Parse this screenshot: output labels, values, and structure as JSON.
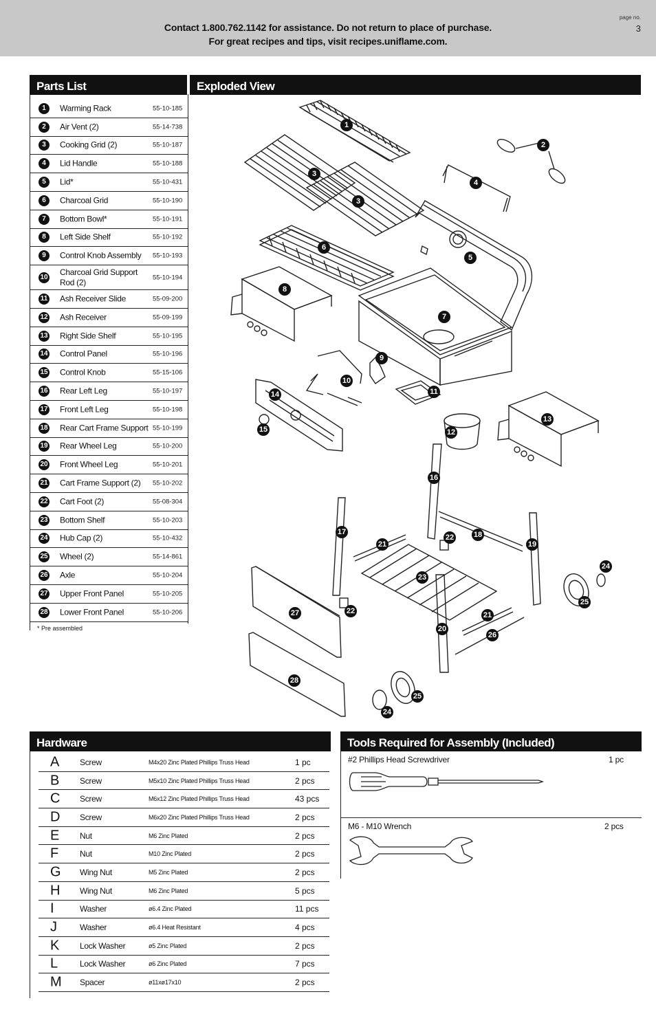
{
  "header": {
    "line1": "Contact 1.800.762.1142 for assistance. Do not return to place of purchase.",
    "line2": "For great recipes and tips, visit recipes.uniflame.com.",
    "page_label": "page no.",
    "page_number": "3"
  },
  "sections": {
    "parts": "Parts List",
    "exploded": "Exploded View",
    "hardware": "Hardware",
    "tools": "Tools Required for Assembly (Included)"
  },
  "parts": [
    {
      "num": "1",
      "name": "Warming Rack",
      "code": "55-10-185"
    },
    {
      "num": "2",
      "name": "Air Vent (2)",
      "code": "55-14-738"
    },
    {
      "num": "3",
      "name": "Cooking Grid (2)",
      "code": "55-10-187"
    },
    {
      "num": "4",
      "name": "Lid Handle",
      "code": "55-10-188"
    },
    {
      "num": "5",
      "name": "Lid*",
      "code": "55-10-431"
    },
    {
      "num": "6",
      "name": "Charcoal Grid",
      "code": "55-10-190"
    },
    {
      "num": "7",
      "name": "Bottom Bowl*",
      "code": "55-10-191"
    },
    {
      "num": "8",
      "name": "Left Side Shelf",
      "code": "55-10-192"
    },
    {
      "num": "9",
      "name": "Control Knob Assembly",
      "code": "55-10-193"
    },
    {
      "num": "10",
      "name": "Charcoal Grid Support Rod (2)",
      "code": "55-10-194"
    },
    {
      "num": "11",
      "name": "Ash Receiver Slide",
      "code": "55-09-200"
    },
    {
      "num": "12",
      "name": "Ash Receiver",
      "code": "55-09-199"
    },
    {
      "num": "13",
      "name": "Right Side Shelf",
      "code": "55-10-195"
    },
    {
      "num": "14",
      "name": "Control Panel",
      "code": "55-10-196"
    },
    {
      "num": "15",
      "name": "Control Knob",
      "code": "55-15-106"
    },
    {
      "num": "16",
      "name": "Rear Left Leg",
      "code": "55-10-197"
    },
    {
      "num": "17",
      "name": "Front Left Leg",
      "code": "55-10-198"
    },
    {
      "num": "18",
      "name": "Rear Cart Frame Support",
      "code": "55-10-199"
    },
    {
      "num": "19",
      "name": "Rear Wheel Leg",
      "code": "55-10-200"
    },
    {
      "num": "20",
      "name": "Front Wheel Leg",
      "code": "55-10-201"
    },
    {
      "num": "21",
      "name": "Cart Frame Support (2)",
      "code": "55-10-202"
    },
    {
      "num": "22",
      "name": "Cart Foot (2)",
      "code": "55-08-304"
    },
    {
      "num": "23",
      "name": "Bottom Shelf",
      "code": "55-10-203"
    },
    {
      "num": "24",
      "name": "Hub Cap (2)",
      "code": "55-10-432"
    },
    {
      "num": "25",
      "name": "Wheel (2)",
      "code": "55-14-861"
    },
    {
      "num": "26",
      "name": "Axle",
      "code": "55-10-204"
    },
    {
      "num": "27",
      "name": "Upper Front Panel",
      "code": "55-10-205"
    },
    {
      "num": "28",
      "name": "Lower Front Panel",
      "code": "55-10-206"
    }
  ],
  "footnote": "* Pre assembled",
  "hardware": [
    {
      "letter": "A",
      "type": "Screw",
      "desc": "M4x20 Zinc Plated Phillips Truss Head",
      "qty": "1 pc"
    },
    {
      "letter": "B",
      "type": "Screw",
      "desc": "M5x10 Zinc Plated Phillips Truss Head",
      "qty": "2 pcs"
    },
    {
      "letter": "C",
      "type": "Screw",
      "desc": "M6x12 Zinc Plated Phillips Truss Head",
      "qty": "43 pcs"
    },
    {
      "letter": "D",
      "type": "Screw",
      "desc": "M6x20 Zinc Plated Phillips Truss Head",
      "qty": "2 pcs"
    },
    {
      "letter": "E",
      "type": "Nut",
      "desc": "M6 Zinc Plated",
      "qty": "2 pcs"
    },
    {
      "letter": "F",
      "type": "Nut",
      "desc": "M10 Zinc Plated",
      "qty": "2 pcs"
    },
    {
      "letter": "G",
      "type": "Wing Nut",
      "desc": "M5 Zinc Plated",
      "qty": "2 pcs"
    },
    {
      "letter": "H",
      "type": "Wing Nut",
      "desc": "M6 Zinc Plated",
      "qty": "5 pcs"
    },
    {
      "letter": "I",
      "type": "Washer",
      "desc": "ø6.4 Zinc Plated",
      "qty": "11 pcs"
    },
    {
      "letter": "J",
      "type": "Washer",
      "desc": "ø6.4 Heat Resistant",
      "qty": "4 pcs"
    },
    {
      "letter": "K",
      "type": "Lock Washer",
      "desc": "ø5 Zinc Plated",
      "qty": "2 pcs"
    },
    {
      "letter": "L",
      "type": "Lock Washer",
      "desc": "ø6 Zinc Plated",
      "qty": "7 pcs"
    },
    {
      "letter": "M",
      "type": "Spacer",
      "desc": "ø11xø17x10",
      "qty": "2 pcs"
    }
  ],
  "tools": [
    {
      "name": "#2 Phillips Head Screwdriver",
      "qty": "1 pc",
      "icon": "screwdriver-icon"
    },
    {
      "name": "M6 - M10 Wrench",
      "qty": "2 pcs",
      "icon": "wrench-icon"
    }
  ],
  "callouts": {
    "c1": "1",
    "c2": "2",
    "c3a": "3",
    "c3b": "3",
    "c4": "4",
    "c5": "5",
    "c6": "6",
    "c7": "7",
    "c8": "8",
    "c9": "9",
    "c10": "10",
    "c11": "11",
    "c12": "12",
    "c13": "13",
    "c14": "14",
    "c15": "15",
    "c16": "16",
    "c17": "17",
    "c18": "18",
    "c19": "19",
    "c20": "20",
    "c21a": "21",
    "c21b": "21",
    "c22a": "22",
    "c22b": "22",
    "c23": "23",
    "c24a": "24",
    "c24b": "24",
    "c25a": "25",
    "c25b": "25",
    "c26": "26",
    "c27": "27",
    "c28": "28"
  }
}
